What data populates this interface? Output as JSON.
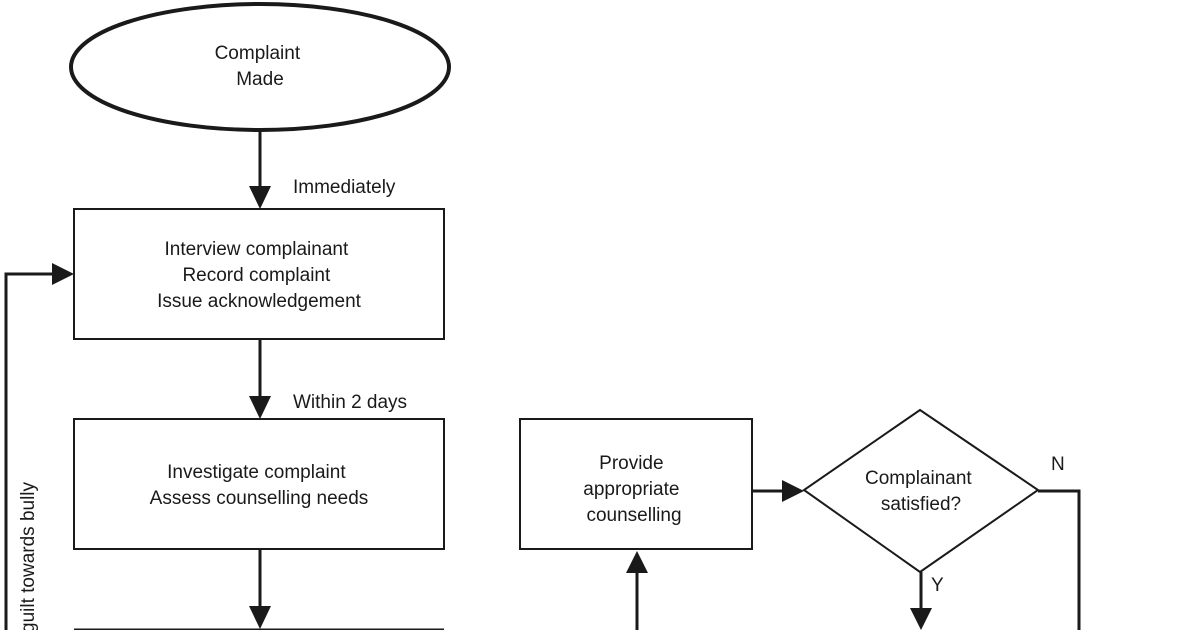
{
  "nodes": {
    "start": {
      "lines": [
        "Complaint",
        "Made"
      ]
    },
    "interview": {
      "lines": [
        "Interview complainant",
        "Record complaint",
        "Issue acknowledgement"
      ]
    },
    "investigate": {
      "lines": [
        "Investigate complaint",
        "Assess counselling needs"
      ]
    },
    "counselling": {
      "lines": [
        "Provide",
        "appropriate",
        "counselling"
      ]
    },
    "decision": {
      "lines": [
        "Complainant",
        "satisfied?"
      ]
    }
  },
  "edge_labels": {
    "immediately": "Immediately",
    "within_2_days": "Within 2 days",
    "yes": "Y",
    "no": "N",
    "left_loop": "guilt towards bully"
  },
  "colors": {
    "stroke": "#1a1a1a",
    "background": "#ffffff"
  }
}
